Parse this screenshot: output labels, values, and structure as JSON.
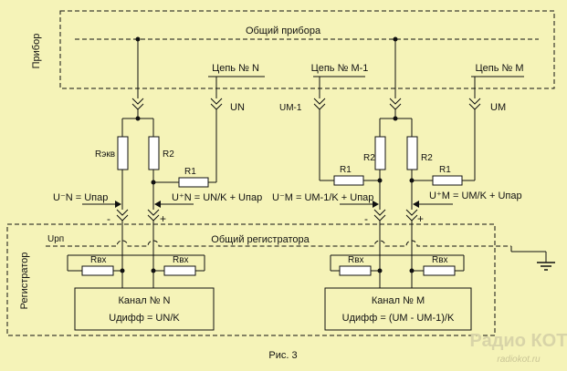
{
  "device": {
    "box_label": "Прибор",
    "common_label": "Общий прибора",
    "circuit_n": "Цепь № N",
    "circuit_m1": "Цепь № M-1",
    "circuit_m": "Цепь № M"
  },
  "registrar": {
    "box_label": "Регистратор",
    "common_label": "Общий регистратора",
    "u_rp": "Uрп"
  },
  "left": {
    "u_n": "UN",
    "r_eq": "Rэкв",
    "r2": "R2",
    "r1": "R1",
    "eq_minus": "U⁻N = Uпар",
    "eq_plus": "U⁺N = UN/K + Uпар",
    "minus": "-",
    "plus": "+",
    "r_in_1": "Rвх",
    "r_in_2": "Rвх",
    "channel_title": "Канал № N",
    "channel_formula": "Uдифф = UN/K"
  },
  "right": {
    "u_m1": "UM-1",
    "u_m": "UM",
    "r2a": "R2",
    "r2b": "R2",
    "r1a": "R1",
    "r1b": "R1",
    "eq_minus": "U⁻M = UM-1/K + Uпар",
    "eq_plus": "U⁺M = UM/K + Uпар",
    "minus": "-",
    "plus": "+",
    "r_in_1": "Rвх",
    "r_in_2": "Rвх",
    "channel_title": "Канал № M",
    "channel_formula": "Uдифф = (UM - UM-1)/K"
  },
  "caption": "Рис. 3",
  "watermark": {
    "logo": "Радио КОТ",
    "url": "radiokot.ru"
  },
  "colors": {
    "background": "#f5f3b8",
    "line": "#111111",
    "resistor_fill": "#ffffff",
    "watermark": "#d8d4a8"
  }
}
